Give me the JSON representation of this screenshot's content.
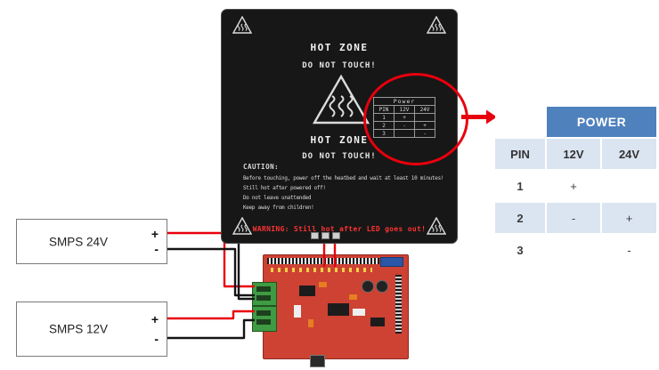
{
  "heatbed": {
    "hot_zone": "HOT ZONE",
    "do_not_touch": "DO NOT TOUCH!",
    "table": {
      "title": "Power",
      "columns": [
        "PIN",
        "12V",
        "24V"
      ],
      "rows": [
        [
          "1",
          "+",
          ""
        ],
        [
          "2",
          "-",
          "+"
        ],
        [
          "3",
          "",
          "-"
        ]
      ]
    },
    "caution_title": "CAUTION:",
    "caution_lines": [
      "Before touching, power off the heatbed and wait at least 10 minutes!",
      "Still hot after powered off!",
      "Do not leave unattended",
      "Keep away from children!"
    ],
    "warning": "WARNING: Still hot after LED goes out!"
  },
  "power_table": {
    "title": "POWER",
    "columns": [
      "PIN",
      "12V",
      "24V"
    ],
    "rows": [
      {
        "pin": "1",
        "v12": "+",
        "v24": ""
      },
      {
        "pin": "2",
        "v12": "-",
        "v24": "+"
      },
      {
        "pin": "3",
        "v12": "",
        "v24": "-"
      }
    ]
  },
  "smps": {
    "box24": {
      "label": "SMPS 24V",
      "plus": "+",
      "minus": "-"
    },
    "box12": {
      "label": "SMPS 12V",
      "plus": "+",
      "minus": "-"
    }
  },
  "icons": {
    "heat_warning": "heat-warning-triangle-icon",
    "arrow": "arrow-right-icon",
    "highlight": "ellipse-highlight"
  },
  "colors": {
    "highlight_red": "#e8000d",
    "wire_red": "#e8000d",
    "wire_black": "#141414",
    "table_header_blue": "#4f81bd",
    "table_band_blue": "#dbe5f1",
    "board_red": "#cd4233",
    "terminal_green": "#3f9b43",
    "heatbed_black": "#171717",
    "warning_red": "#ff3232"
  }
}
